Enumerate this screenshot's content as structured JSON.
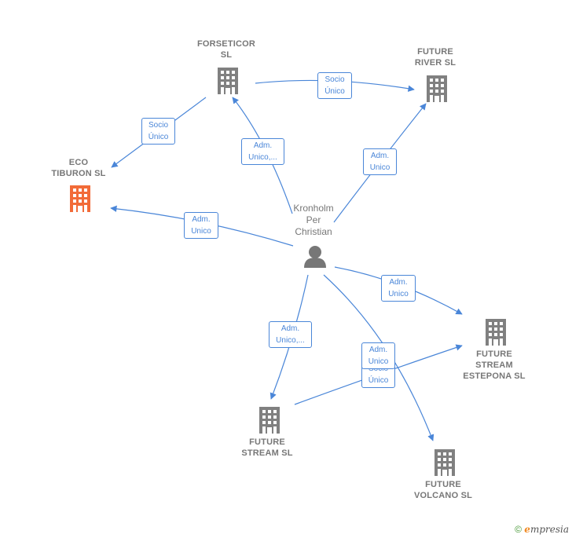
{
  "nodes": {
    "forseticor": {
      "line1": "FORSETICOR",
      "line2": "SL",
      "color": "#808080"
    },
    "future_river": {
      "line1": "FUTURE",
      "line2": "RIVER  SL",
      "color": "#808080"
    },
    "eco_tiburon": {
      "line1": "ECO",
      "line2": "TIBURON  SL",
      "color": "#f26b38"
    },
    "future_stream_estepona": {
      "line1": "FUTURE",
      "line2": "STREAM",
      "line3": "ESTEPONA  SL",
      "color": "#808080"
    },
    "future_stream": {
      "line1": "FUTURE",
      "line2": "STREAM  SL",
      "color": "#808080"
    },
    "future_volcano": {
      "line1": "FUTURE",
      "line2": "VOLCANO  SL",
      "color": "#808080"
    }
  },
  "person": {
    "line1": "Kronholm",
    "line2": "Per",
    "line3": "Christian"
  },
  "edges": {
    "forseticor_river": {
      "line1": "Socio",
      "line2": "Único"
    },
    "forseticor_eco": {
      "line1": "Socio",
      "line2": "Único"
    },
    "person_forseticor": {
      "line1": "Adm.",
      "line2": "Unico,..."
    },
    "person_river": {
      "line1": "Adm.",
      "line2": "Unico"
    },
    "person_eco": {
      "line1": "Adm.",
      "line2": "Unico"
    },
    "person_estepona": {
      "line1": "Adm.",
      "line2": "Unico"
    },
    "person_stream": {
      "line1": "Adm.",
      "line2": "Unico,..."
    },
    "stream_estepona": {
      "line1": "Socio",
      "line2": "Único"
    },
    "person_volcano": {
      "line1": "Adm.",
      "line2": "Unico"
    }
  },
  "colors": {
    "edge": "#4a86d8",
    "building": "#808080",
    "highlight": "#f26b38",
    "text": "#777777"
  },
  "footer": {
    "copyright": "©",
    "brand_initial": "e",
    "brand_rest": "mpresia"
  }
}
